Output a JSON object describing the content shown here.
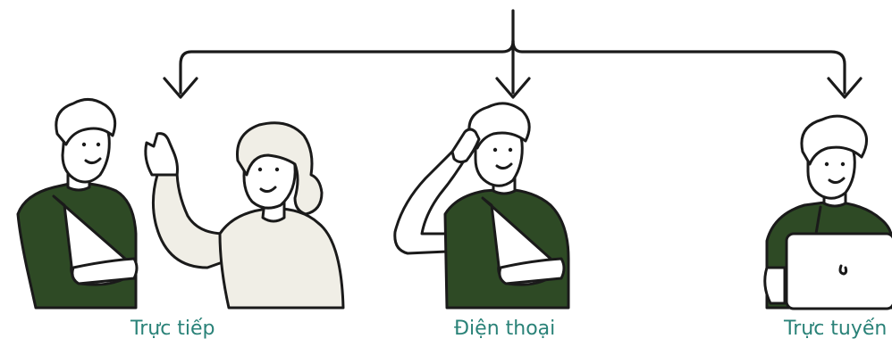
{
  "colors": {
    "ink": "#1a1a1a",
    "shirt": "#2e4a25",
    "skin": "#ffffff",
    "sweater": "#f0eee6",
    "label": "#2a8278",
    "laptop": "#ffffff"
  },
  "options": [
    {
      "id": "in-person",
      "label": "Trực tiếp",
      "icon": "in-person-consultation-icon"
    },
    {
      "id": "phone",
      "label": "Điện thoại",
      "icon": "phone-consultation-icon"
    },
    {
      "id": "online",
      "label": "Trực tuyến",
      "icon": "online-consultation-icon"
    }
  ]
}
